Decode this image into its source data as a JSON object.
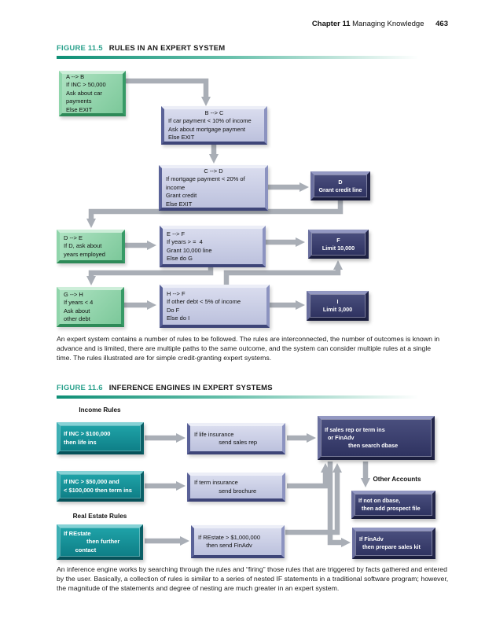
{
  "header": {
    "chapter": "Chapter 11",
    "section": "Managing Knowledge",
    "page": "463"
  },
  "colors": {
    "figure_label": "#2aa18c",
    "rule_gradient_start": "#0f8f76",
    "green_box": "#8fd4aa",
    "lavender_box": "#c7cbe2",
    "navy_box": "#383c68",
    "teal_box": "#128a92",
    "arrow_gray": "#a9aeb6"
  },
  "fig1": {
    "label": "FIGURE 11.5",
    "title": "RULES IN AN EXPERT SYSTEM",
    "caption": "An expert system contains a number of rules to be followed. The rules are interconnected, the number of outcomes is known in advance and is limited, there are multiple paths to the same outcome, and the system can consider multiple rules at a single time. The rules illustrated are for simple credit-granting expert systems.",
    "boxes": {
      "a": {
        "text": "A --> B\nIf INC > 50,000\nAsk about car\npayments\nElse EXIT"
      },
      "b": {
        "title": "B --> C",
        "body": "If car payment < 10% of income\nAsk about mortgage payment\nElse EXIT"
      },
      "c": {
        "title": "C --> D",
        "body": "If mortgage payment < 20% of\nincome\nGrant credit\nElse EXIT"
      },
      "d": {
        "text": "D\nGrant credit line"
      },
      "de": {
        "text": "D --> E\nIf D, ask about\nyears employed"
      },
      "ef": {
        "text": "E --> F\nIf years > =  4\nGrant 10,000 line\nElse do G"
      },
      "f": {
        "text": "F\nLimit 10,000"
      },
      "gh": {
        "text": "G --> H\nIf years < 4\nAsk about\nother debt"
      },
      "hf": {
        "text": "H --> F\nIf other debt < 5% of income\nDo F\nElse do I"
      },
      "i": {
        "text": "I\nLimit 3,000"
      }
    }
  },
  "fig2": {
    "label": "FIGURE 11.6",
    "title": "INFERENCE ENGINES IN EXPERT SYSTEMS",
    "caption": "An inference engine works by searching through the rules and “firing” those rules that are triggered by facts gathered and entered by the user. Basically, a collection of rules is similar to a series of nested IF statements in a traditional software program; however, the magnitude of the statements and degree of nesting are much greater in an expert system.",
    "headings": {
      "income": "Income Rules",
      "other": "Other Accounts",
      "realestate": "Real Estate Rules"
    },
    "boxes": {
      "inc1": {
        "text": "If INC > $100,000\nthen life ins"
      },
      "life": {
        "text": "If life insurance\n               send sales rep"
      },
      "search": {
        "text": "If sales rep or term ins\n  or FinAdv\n               then search dbase"
      },
      "inc2": {
        "text": "If INC > $50,000 and\n< $100,000 then term ins"
      },
      "term": {
        "text": "If term insurance\n               send brochure"
      },
      "dbase": {
        "text": "If not on dbase,\n  then add prospect file"
      },
      "restate": {
        "text": "If REstate\n              then further\n       contact"
      },
      "finadv": {
        "text": "If REstate > $1,000,000\n     then send FinAdv"
      },
      "saleskit": {
        "text": "If FinAdv\n  then prepare sales kit"
      }
    }
  }
}
